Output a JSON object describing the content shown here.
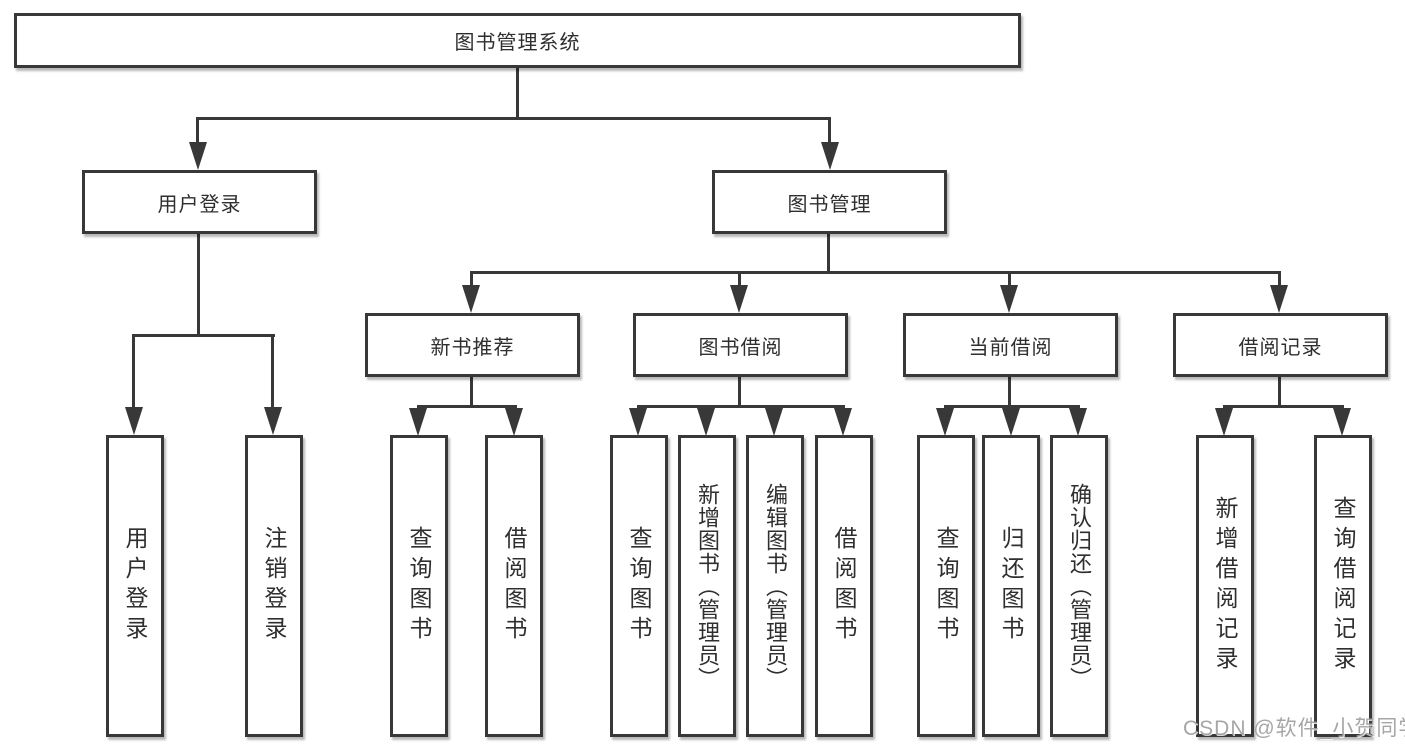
{
  "tree": {
    "label": "图书管理系统",
    "children": [
      {
        "label": "用户登录",
        "children": [
          {
            "label": "用户登录"
          },
          {
            "label": "注销登录"
          }
        ]
      },
      {
        "label": "图书管理",
        "children": [
          {
            "label": "新书推荐",
            "children": [
              {
                "label": "查询图书"
              },
              {
                "label": "借阅图书"
              }
            ]
          },
          {
            "label": "图书借阅",
            "children": [
              {
                "label": "查询图书"
              },
              {
                "label": "新增图书（管理员）"
              },
              {
                "label": "编辑图书（管理员）"
              },
              {
                "label": "借阅图书"
              }
            ]
          },
          {
            "label": "当前借阅",
            "children": [
              {
                "label": "查询图书"
              },
              {
                "label": "归还图书"
              },
              {
                "label": "确认归还（管理员）"
              }
            ]
          },
          {
            "label": "借阅记录",
            "children": [
              {
                "label": "新增借阅记录"
              },
              {
                "label": "查询借阅记录"
              }
            ]
          }
        ]
      }
    ]
  },
  "watermark": {
    "text": "CSDN @软件_小贺同学"
  },
  "colors": {
    "line": "#383838",
    "box_border": "#383838",
    "text": "#2f2f2f",
    "watermark": "#9e9e9e",
    "background": "#ffffff"
  }
}
